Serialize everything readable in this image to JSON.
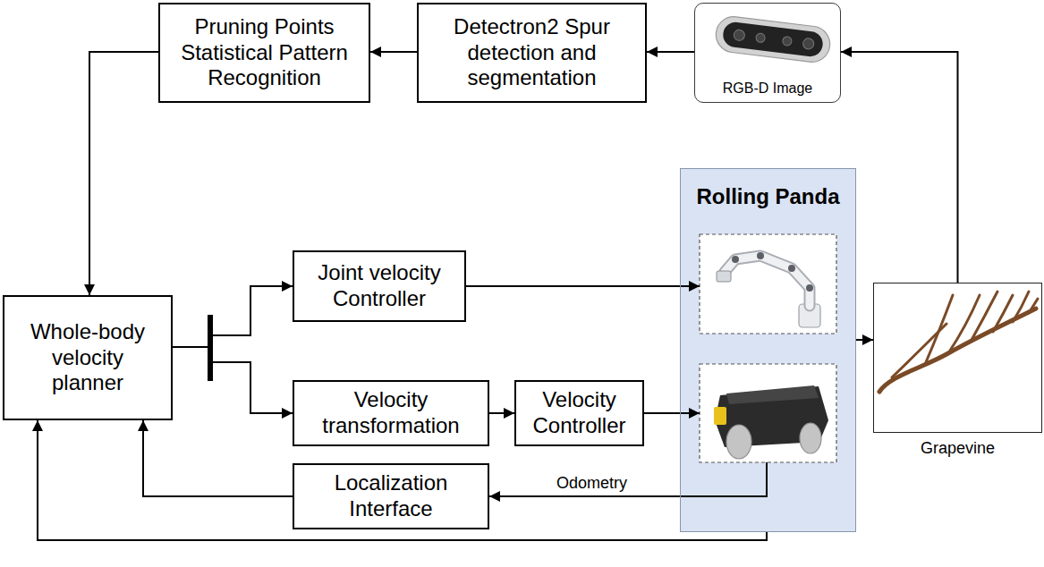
{
  "diagram": {
    "nodes": [
      {
        "text": [
          "Pruning Points Statistical Pattern Recognition"
        ]
      },
      {
        "text": [
          "Detectron2 Spur detection and segmentation"
        ]
      },
      {
        "text": [
          "RGB-D Image"
        ]
      },
      {
        "text": [
          "Whole-body velocity planner"
        ]
      },
      {
        "text": [
          "Joint velocity Controller"
        ]
      },
      {
        "text": [
          "Rolling Panda"
        ]
      },
      {
        "text": [
          "Velocity transformation"
        ]
      },
      {
        "text": [
          "Velocity Controller"
        ]
      },
      {
        "text": [
          "Localization Interface"
        ]
      },
      {
        "text": [
          "Grapevine"
        ]
      }
    ],
    "edges": [
      {
        "from": 2,
        "to": 1,
        "arrow": "to"
      },
      {
        "from": 1,
        "to": 0,
        "arrow": "to"
      },
      {
        "from": 0,
        "to": 3,
        "arrow": "to"
      },
      {
        "from": 3,
        "to": 4,
        "arrow": "to"
      },
      {
        "from": 3,
        "to": 6,
        "arrow": "to"
      },
      {
        "from": 4,
        "to": 5,
        "arrow": "to"
      },
      {
        "from": 6,
        "to": 7,
        "arrow": "to"
      },
      {
        "from": 7,
        "to": 5,
        "arrow": "to"
      },
      {
        "from": 5,
        "to": 8,
        "label": "Odometry",
        "arrow": "to"
      },
      {
        "from": 8,
        "to": 3,
        "arrow": "to"
      },
      {
        "from": 5,
        "to": 3,
        "arrow": "to"
      },
      {
        "from": 5,
        "to": 9,
        "arrow": "to"
      },
      {
        "from": 9,
        "to": 2,
        "arrow": "to"
      }
    ]
  }
}
